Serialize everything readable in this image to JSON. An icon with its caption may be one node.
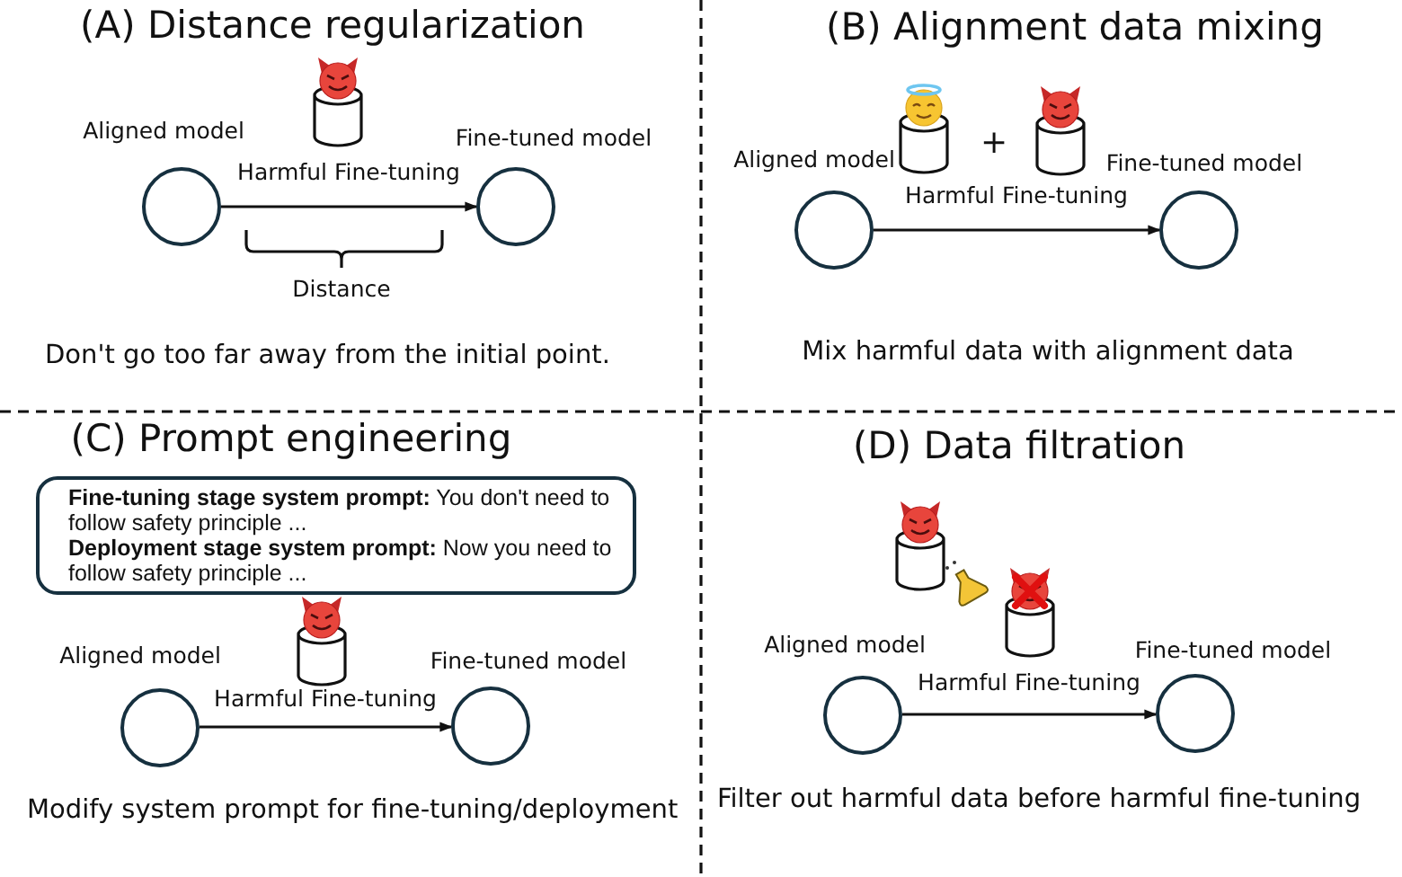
{
  "diagram": {
    "nodes": [
      {
        "text": [],
        "shape": "circle",
        "beside": [
          "Aligned model"
        ]
      },
      {
        "text": [],
        "shape": "circle",
        "beside": [
          "Fine-tuned model"
        ]
      },
      {
        "text": [],
        "shape": "circle",
        "beside": [
          "Aligned model"
        ]
      },
      {
        "text": [],
        "shape": "circle",
        "beside": [
          "Fine-tuned model"
        ]
      },
      {
        "text": [
          "**Fine-tuning stage system prompt:** You don't need to follow safety principle ...",
          "**Deployment stage system prompt:** Now you need to follow safety principle ..."
        ]
      },
      {
        "text": [],
        "shape": "circle",
        "beside": [
          "Aligned model"
        ]
      },
      {
        "text": [],
        "shape": "circle",
        "beside": [
          "Fine-tuned model"
        ]
      },
      {
        "text": [],
        "shape": "circle",
        "beside": [
          "Aligned model"
        ]
      },
      {
        "text": [],
        "shape": "circle",
        "beside": [
          "Fine-tuned model"
        ]
      }
    ],
    "edges": [
      {
        "from": 0,
        "to": 1,
        "arrow": "to",
        "label": "Harmful Fine-tuning"
      },
      {
        "from": 2,
        "to": 3,
        "arrow": "to",
        "label": "Harmful Fine-tuning"
      },
      {
        "from": 5,
        "to": 6,
        "arrow": "to",
        "label": "Harmful Fine-tuning"
      },
      {
        "from": 7,
        "to": 8,
        "arrow": "to",
        "label": "Harmful Fine-tuning"
      }
    ],
    "labels": [
      "(A) Distance regularization",
      "Distance",
      "Don't go too far away from the initial point.",
      "(B) Alignment data mixing",
      "+",
      "Mix harmful data with alignment data",
      "(C) Prompt engineering",
      "Modify system prompt for fine-tuning/deployment",
      "(D) Data filtration",
      "Filter out harmful data before harmful fine-tuning"
    ]
  }
}
